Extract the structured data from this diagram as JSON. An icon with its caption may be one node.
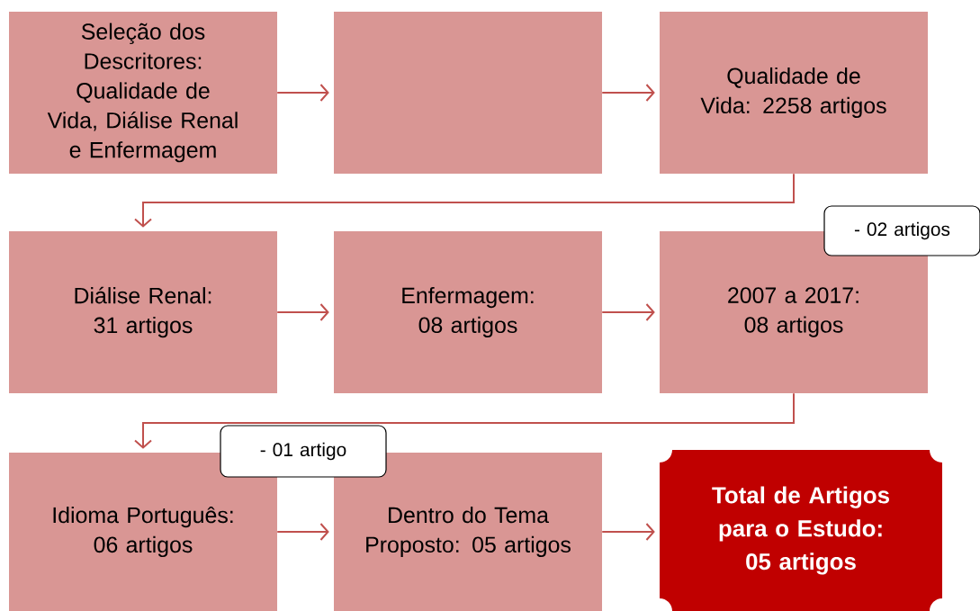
{
  "diagram": {
    "nodes": [
      {
        "text": [
          "Seleção dos Descritores: Qualidade de Vida, Diálise Renal e Enfermagem"
        ]
      },
      {
        "text": [],
        "shape": "box"
      },
      {
        "text": [
          "Qualidade de Vida: 2258 artigos"
        ]
      },
      {
        "text": [
          "- 02 artigos"
        ]
      },
      {
        "text": [
          "Diálise Renal: 31 artigos"
        ]
      },
      {
        "text": [
          "Enfermagem: 08 artigos"
        ]
      },
      {
        "text": [
          "2007 a 2017: 08 artigos"
        ]
      },
      {
        "text": [
          "- 01 artigo"
        ]
      },
      {
        "text": [
          "Idioma Português: 06 artigos"
        ]
      },
      {
        "text": [
          "Dentro do Tema Proposto: 05 artigos"
        ]
      },
      {
        "text": [
          "Total de Artigos para o Estudo: 05 artigos"
        ]
      }
    ],
    "edges": [
      {
        "from": 0,
        "to": 1,
        "arrow": "to"
      },
      {
        "from": 1,
        "to": 2,
        "arrow": "to"
      },
      {
        "from": 2,
        "to": 4,
        "arrow": "to"
      },
      {
        "from": 4,
        "to": 5,
        "arrow": "to"
      },
      {
        "from": 5,
        "to": 6,
        "arrow": "to"
      },
      {
        "from": 6,
        "to": 8,
        "arrow": "to"
      },
      {
        "from": 8,
        "to": 9,
        "arrow": "to"
      },
      {
        "from": 9,
        "to": 10,
        "arrow": "to"
      }
    ]
  }
}
